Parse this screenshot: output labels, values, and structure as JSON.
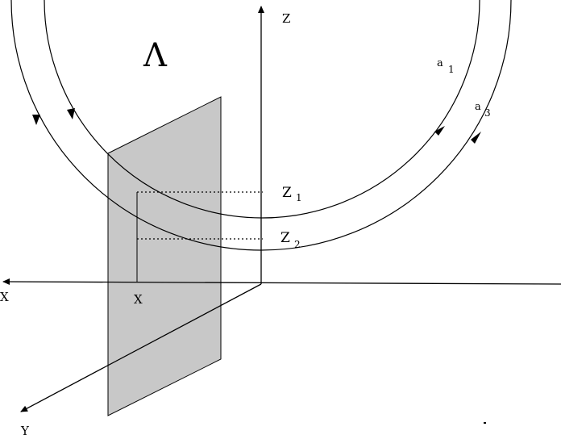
{
  "labels": {
    "lambda": "Λ",
    "z_axis": "Z",
    "x_axis": "X",
    "y_axis": "Y",
    "x_point": "X",
    "z1_main": "Z",
    "z1_sub": "1",
    "z2_main": "Z",
    "z2_sub": "2",
    "a1_main": "a",
    "a1_sub": "1",
    "a3_main": "a",
    "a3_sub": "3"
  },
  "colors": {
    "plane_fill": "#c8c8c8",
    "stroke": "#000000",
    "background": "#ffffff"
  }
}
